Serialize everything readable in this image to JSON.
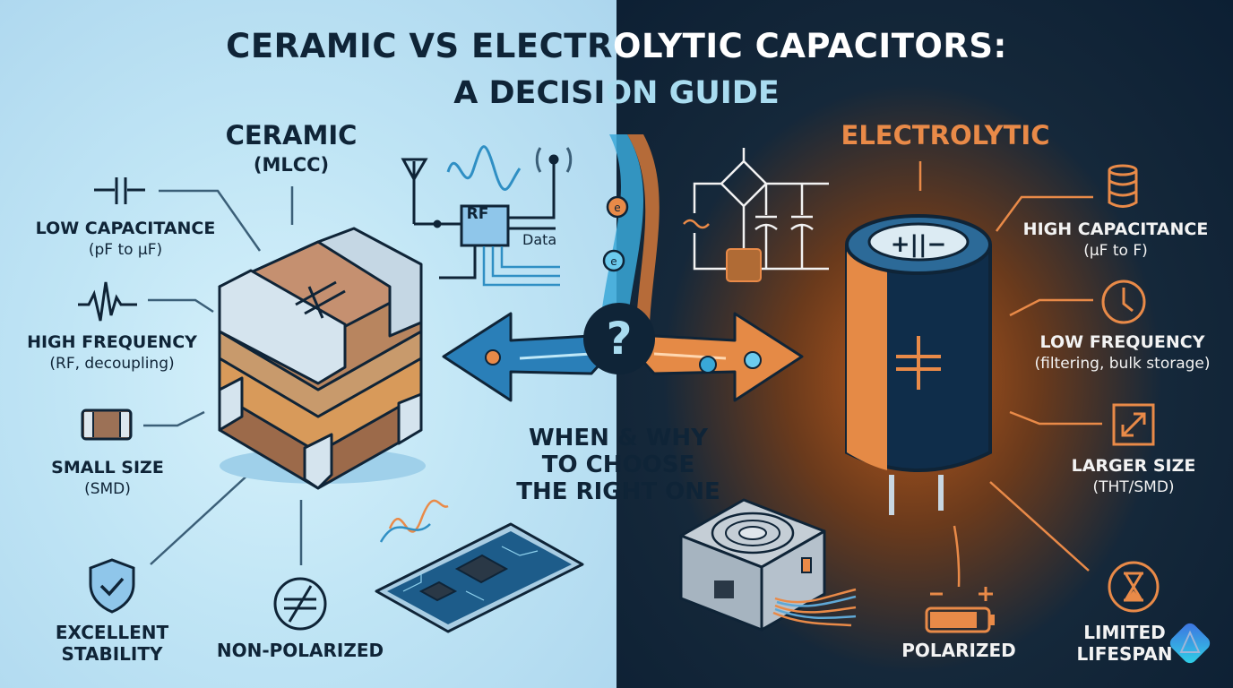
{
  "title": {
    "line1_left": "CERAMIC VS ELECTR",
    "line1_right": "OLYTIC CAPACITORS:",
    "line2_left": "A DECISI",
    "line2_right": "ON GUIDE"
  },
  "ceramic": {
    "heading": "CERAMIC",
    "subheading": "(MLCC)",
    "features": [
      {
        "icon": "capacitor-symbol-icon",
        "label": "LOW CAPACITANCE",
        "detail": "(pF to µF)"
      },
      {
        "icon": "waveform-icon",
        "label": "HIGH FREQUENCY",
        "detail": "(RF, decoupling)"
      },
      {
        "icon": "smd-chip-icon",
        "label": "SMALL SIZE",
        "detail": "(SMD)"
      },
      {
        "icon": "shield-check-icon",
        "label": "EXCELLENT",
        "detail": "STABILITY"
      },
      {
        "icon": "non-polarized-icon",
        "label": "NON-POLARIZED",
        "detail": ""
      }
    ],
    "rf_diagram": {
      "block_label": "RF",
      "data_label": "Data"
    }
  },
  "electrolytic": {
    "heading": "ELECTROLYTIC",
    "cap_top_marking": "+||−",
    "features": [
      {
        "icon": "database-stack-icon",
        "label": "HIGH CAPACITANCE",
        "detail": "(µF to F)"
      },
      {
        "icon": "clock-icon",
        "label": "LOW FREQUENCY",
        "detail": "(filtering, bulk storage)"
      },
      {
        "icon": "resize-arrows-icon",
        "label": "LARGER SIZE",
        "detail": "(THT/SMD)"
      },
      {
        "icon": "battery-polarity-icon",
        "label": "POLARIZED",
        "detail": ""
      },
      {
        "icon": "hourglass-icon",
        "label": "LIMITED",
        "detail": "LIFESPAN"
      }
    ]
  },
  "center": {
    "question": "?",
    "choose_line1": "WHEN & WHY",
    "choose_line2": "TO CHOOSE",
    "choose_line3": "THE RIGHT ONE",
    "electron_label": "e⁻"
  },
  "colors": {
    "left_bg": "#c0e5f5",
    "right_bg": "#0c1f33",
    "navy_text": "#0f2437",
    "orange_accent": "#e98a48",
    "blue_accent": "#2f8fc4"
  }
}
